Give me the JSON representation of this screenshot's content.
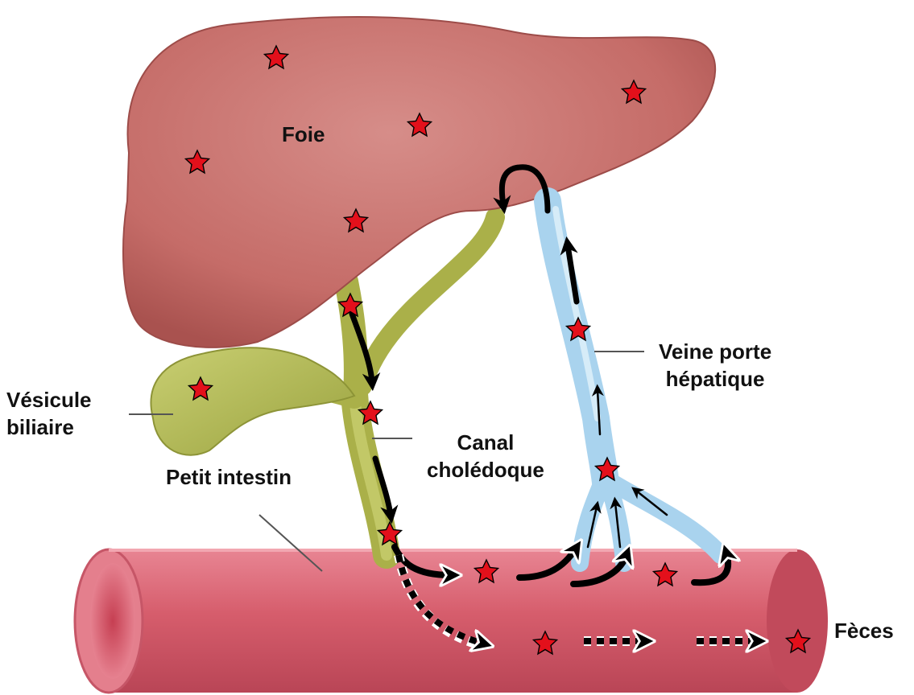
{
  "labels": {
    "foie": "Foie",
    "vesicule": [
      "Vésicule",
      "biliaire"
    ],
    "petit_intestin": "Petit intestin",
    "canal": [
      "Canal",
      "cholédoque"
    ],
    "veine": [
      "Veine porte",
      "hépatique"
    ],
    "feces": "Fèces"
  },
  "colors": {
    "liver": "#c56c68",
    "gallbladder": "#b6bd55",
    "vein": "#a9d3ee",
    "intestine": "#d9606f",
    "star": "#e3101b",
    "arrow": "#000000"
  },
  "icons": {
    "marker": "star-icon",
    "flow": "arrow-icon"
  }
}
